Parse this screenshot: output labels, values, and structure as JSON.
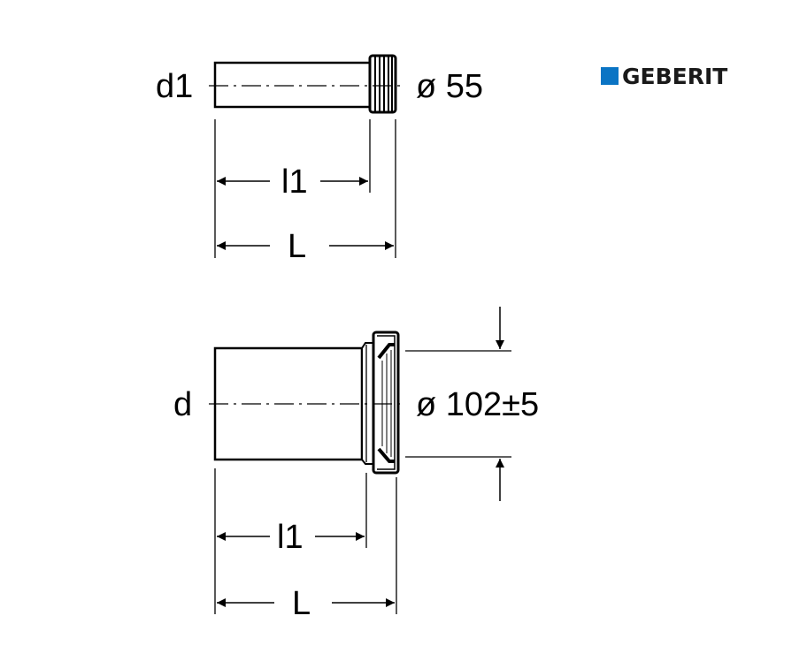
{
  "logo": {
    "text": "GEBERIT",
    "color": "#0a74c4"
  },
  "top_part": {
    "diameter_label": "d1",
    "outer_diameter": "ø 55",
    "inner_length_label": "l1",
    "length_label": "L"
  },
  "bottom_part": {
    "diameter_label": "d",
    "outer_diameter": "ø 102±5",
    "inner_length_label": "l1",
    "length_label": "L"
  }
}
